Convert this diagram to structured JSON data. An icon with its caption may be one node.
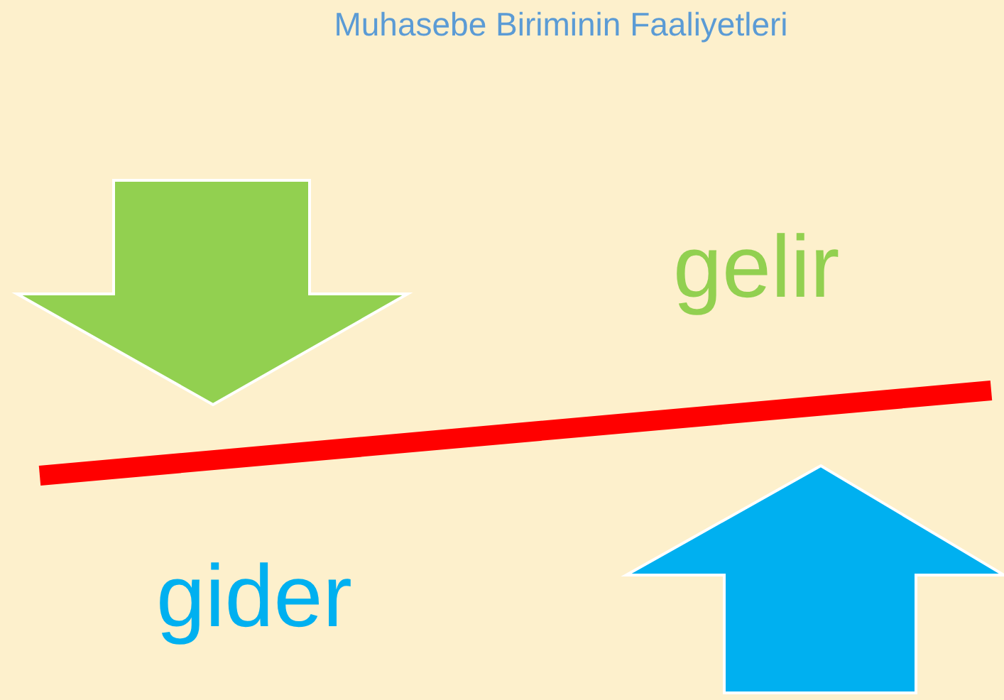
{
  "diagram": {
    "title": "Muhasebe Biriminin Faaliyetleri",
    "labels": [
      "gelir",
      "gider"
    ]
  }
}
